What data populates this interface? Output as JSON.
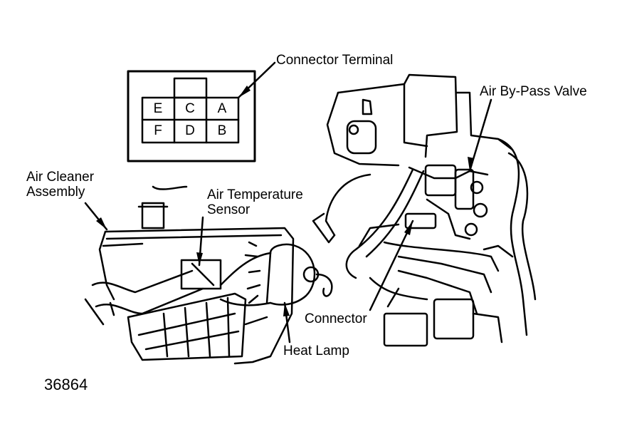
{
  "figure_number": "36864",
  "labels": {
    "connector_terminal": "Connector Terminal",
    "air_bypass_valve": "Air By-Pass Valve",
    "air_cleaner_assembly": "Air Cleaner\nAssembly",
    "air_temperature_sensor": "Air Temperature\nSensor",
    "connector": "Connector",
    "heat_lamp": "Heat Lamp"
  },
  "terminal_pins": {
    "top_row": [
      "E",
      "C",
      "A"
    ],
    "bottom_row": [
      "F",
      "D",
      "B"
    ]
  }
}
